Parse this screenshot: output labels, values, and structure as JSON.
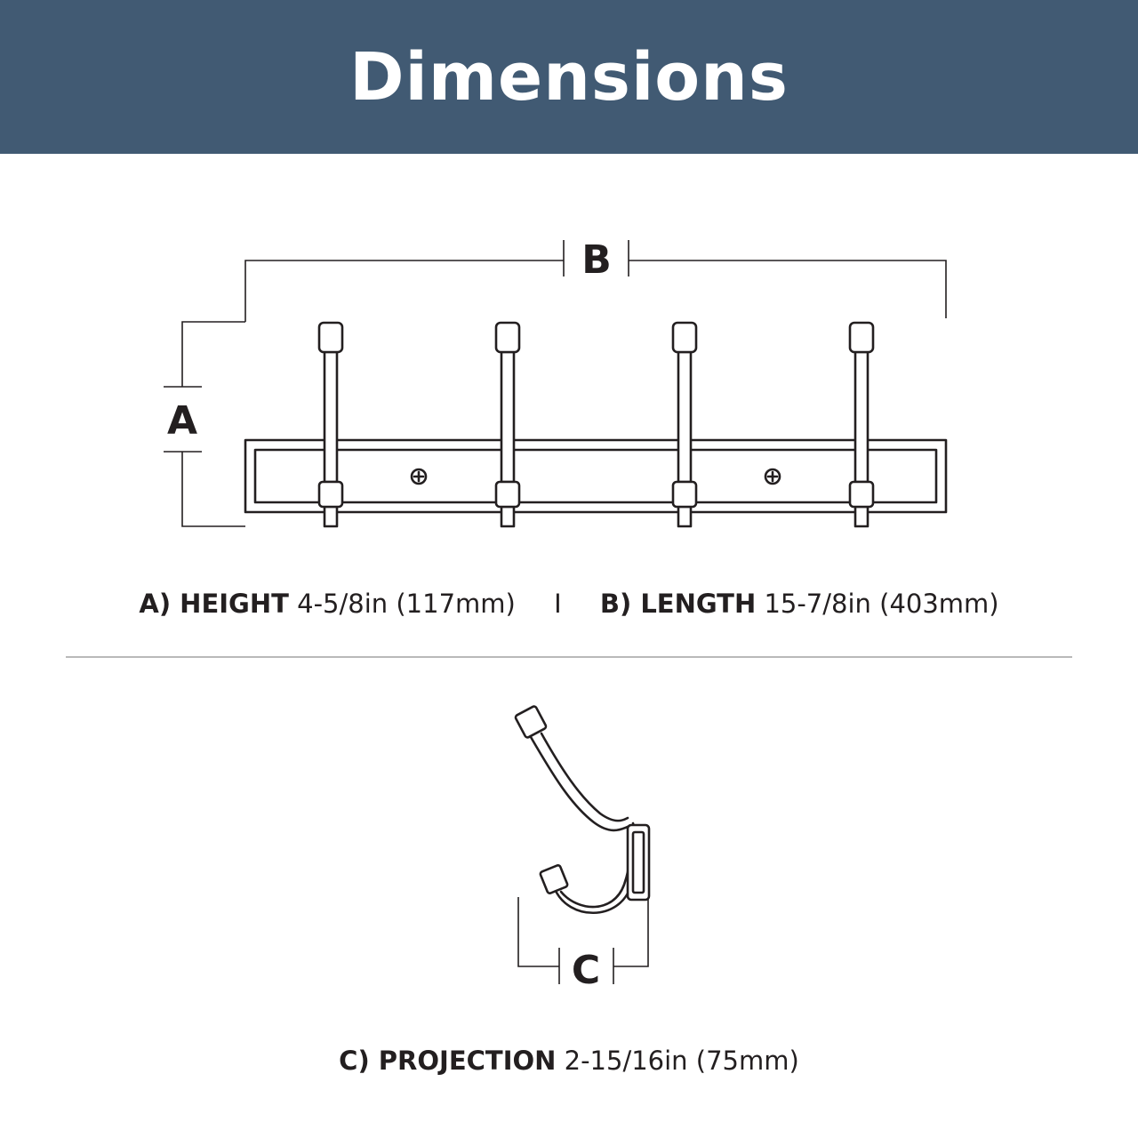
{
  "header": {
    "title": "Dimensions"
  },
  "diagram": {
    "labels": {
      "a": "A",
      "b": "B",
      "c": "C"
    }
  },
  "specs": {
    "height": {
      "label": "A) HEIGHT",
      "value": "4-5/8in (117mm)"
    },
    "separator": "I",
    "length": {
      "label": "B) LENGTH",
      "value": "15-7/8in (403mm)"
    },
    "projection": {
      "label": "C) PROJECTION",
      "value": "2-15/16in (75mm)"
    }
  },
  "colors": {
    "header_bg": "#415a73",
    "ink": "#231f20",
    "rule": "#b9b9b9"
  }
}
